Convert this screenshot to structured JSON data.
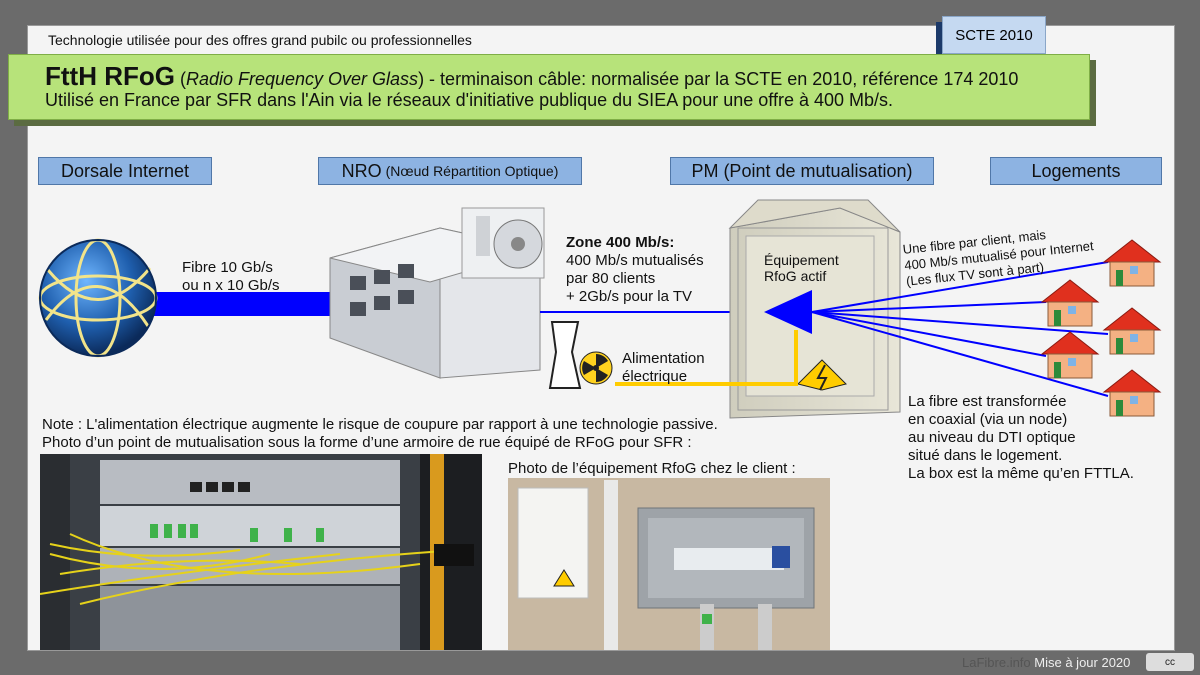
{
  "header": {
    "top_text": "Technologie utilisée pour des offres grand pubilc ou professionnelles",
    "tag": "SCTE 2010"
  },
  "banner": {
    "title": "FttH RFoG",
    "title_paren_open": " (",
    "title_italic": "Radio Frequency Over Glass",
    "title_rest": ") - terminaison câble:  normalisée par la SCTE en 2010, référence 174 2010",
    "line2": "Utilisé en France par SFR dans l'Ain via le réseaux d'initiative publique du SIEA pour une offre à 400 Mb/s."
  },
  "sections": {
    "dorsale": "Dorsale Internet",
    "nro": "NRO",
    "nro_sub": "(Nœud Répartition Optique)",
    "pm": "PM (Point de mutualisation)",
    "logements": "Logements"
  },
  "diagram": {
    "fibre_l1": "Fibre 10 Gb/s",
    "fibre_l2": "ou n x 10 Gb/s",
    "zone_title": "Zone 400 Mb/s:",
    "zone_l2": "400 Mb/s mutualisés",
    "zone_l3": "par 80 clients",
    "zone_l4": "+ 2Gb/s pour la TV",
    "equip_l1": "Équipement",
    "equip_l2": "RfoG actif",
    "alim_l1": "Alimentation",
    "alim_l2": "électrique",
    "fibre_client_l1": "Une fibre par client, mais",
    "fibre_client_l2": "400 Mb/s mutualisé pour Internet",
    "fibre_client_l3": "(Les flux TV sont à part)",
    "transf_l1": "La fibre est transformée",
    "transf_l2": "en coaxial (via un node)",
    "transf_l3": "au niveau du DTI optique",
    "transf_l4": "situé dans le logement.",
    "transf_l5": "La box est la même qu’en FTTLA."
  },
  "notes": {
    "note1": "Note : L'alimentation électrique augmente le risque de coupure par rapport à une technologie passive.",
    "note2": "Photo d’un point de mutualisation sous la forme d’une armoire de rue équipé de RFoG pour SFR :",
    "photo2_caption": "Photo de l’équipement RfoG chez le client :"
  },
  "footer": {
    "site": "LaFibre.info",
    "update": "Mise à jour 2020",
    "license": "cc"
  },
  "colors": {
    "fibre_blue": "#0000ff",
    "power_yellow": "#ffcc00",
    "banner_green": "#b7e37a",
    "header_blue": "#8db3e2"
  }
}
